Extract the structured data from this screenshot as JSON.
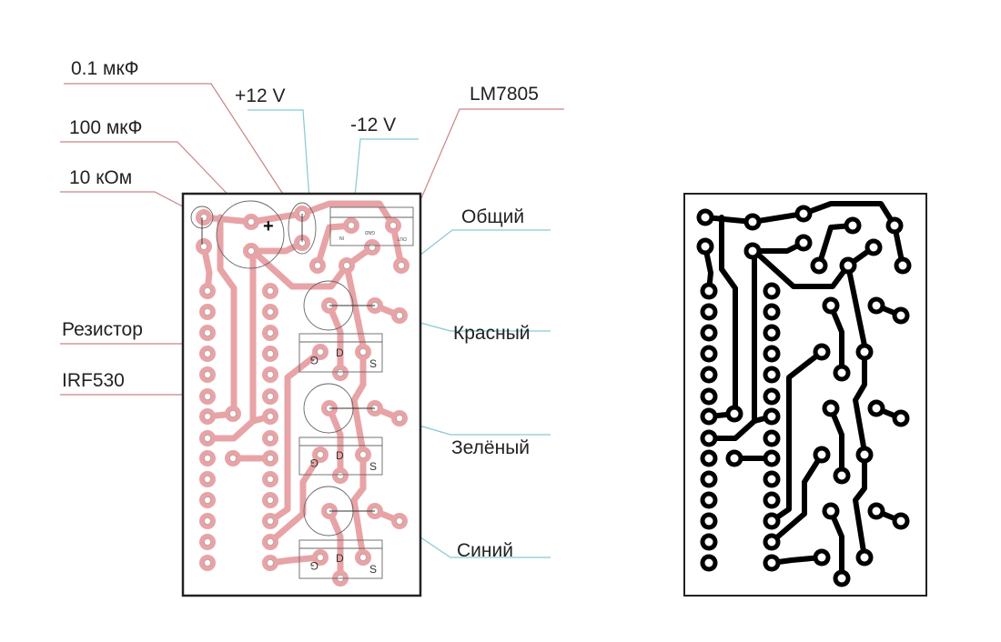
{
  "labels": {
    "c01": "0.1 мкФ",
    "c100": "100 мкФ",
    "r10k": "10 кОм",
    "plus12": "+12 V",
    "minus12": "-12 V",
    "lm7805": "LM7805",
    "common": "Общий",
    "resistor": "Резистор",
    "irf530": "IRF530",
    "red": "Красный",
    "green": "Зелёный",
    "blue": "Синий"
  },
  "board": {
    "plus_sign": "+",
    "reg_in": "IN",
    "reg_gnd": "GND",
    "reg_out": "OUT",
    "gate": "G",
    "drain": "D",
    "source": "S"
  },
  "colors": {
    "copper_preview": "#e8a3a6",
    "copper_print": "#000000",
    "leader_pink": "#c98585",
    "leader_cyan": "#86c9d2"
  }
}
